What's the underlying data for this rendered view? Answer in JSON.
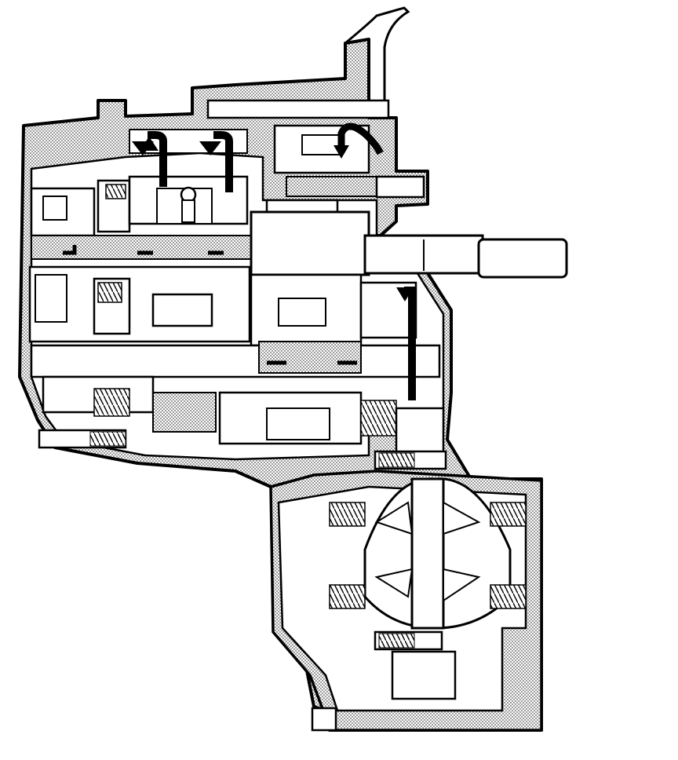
{
  "figure": {
    "subject": "transaxle-cross-section",
    "style": "black-line-art-with-stippled-lubrication-fill",
    "colors": {
      "line": "#000000",
      "background": "#ffffff",
      "stipple": "#8a8a8a",
      "flow_arrow": "#000000"
    },
    "flow_arrows": [
      {
        "name": "upper-left-return-arrow",
        "direction": "down"
      },
      {
        "name": "upper-middle-return-arrow",
        "direction": "down"
      },
      {
        "name": "upper-right-bent-arrow",
        "direction": "down-right"
      },
      {
        "name": "right-vertical-drop-arrow",
        "direction": "down"
      }
    ],
    "labels": []
  }
}
